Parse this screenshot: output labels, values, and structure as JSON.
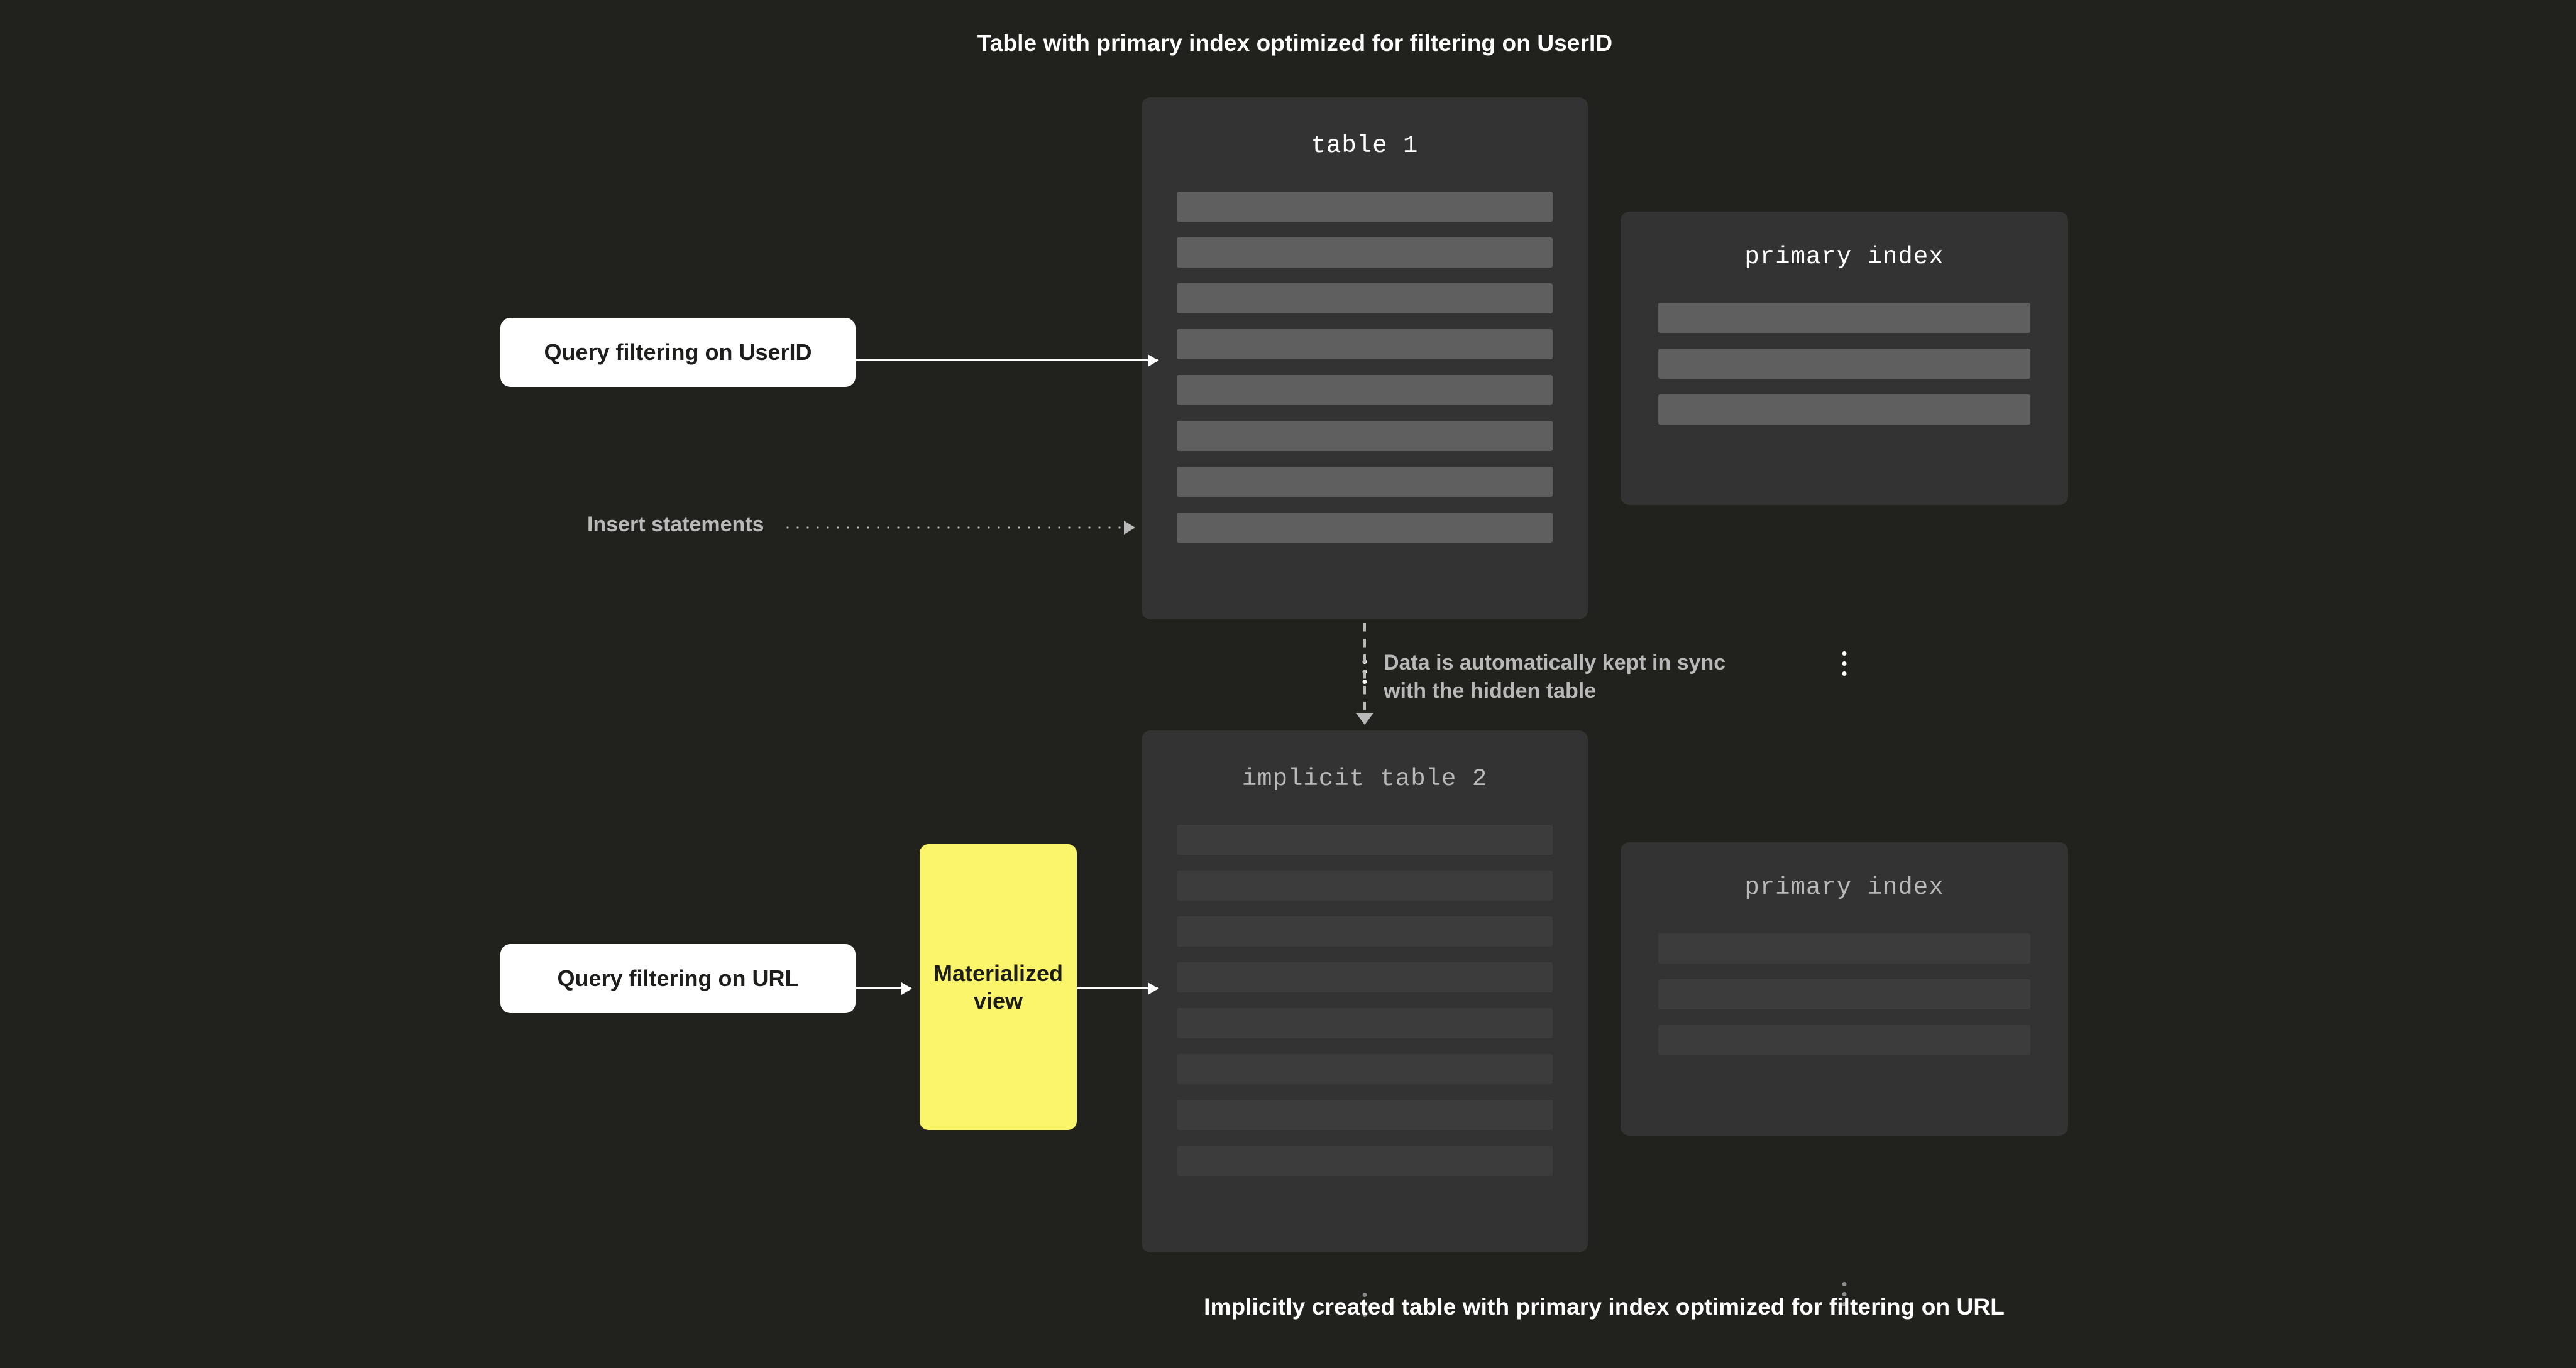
{
  "diagram": {
    "background_color": "#21211D",
    "accent_color": "#FAF56B",
    "caption_top": "Table with primary index optimized for filtering on UserID",
    "caption_bottom": "Implicitly created table with primary index optimized for filtering on URL"
  },
  "table1": {
    "title": "table 1",
    "row_count": 8,
    "ellipsis": "vertical-ellipsis"
  },
  "table2": {
    "title": "implicit table 2",
    "row_count": 8,
    "ellipsis": "vertical-ellipsis"
  },
  "index1": {
    "title": "primary index",
    "row_count": 3,
    "ellipsis": "vertical-ellipsis"
  },
  "index2": {
    "title": "primary index",
    "row_count": 3,
    "ellipsis": "vertical-ellipsis"
  },
  "queries": {
    "userid": "Query filtering on UserID",
    "url": "Query filtering on URL"
  },
  "materialized_view": {
    "label": "Materialized\nview",
    "color": "#FAF56B"
  },
  "annotations": {
    "insert_statements": "Insert statements",
    "sync_note": "Data is automatically kept in sync\nwith the hidden table"
  }
}
